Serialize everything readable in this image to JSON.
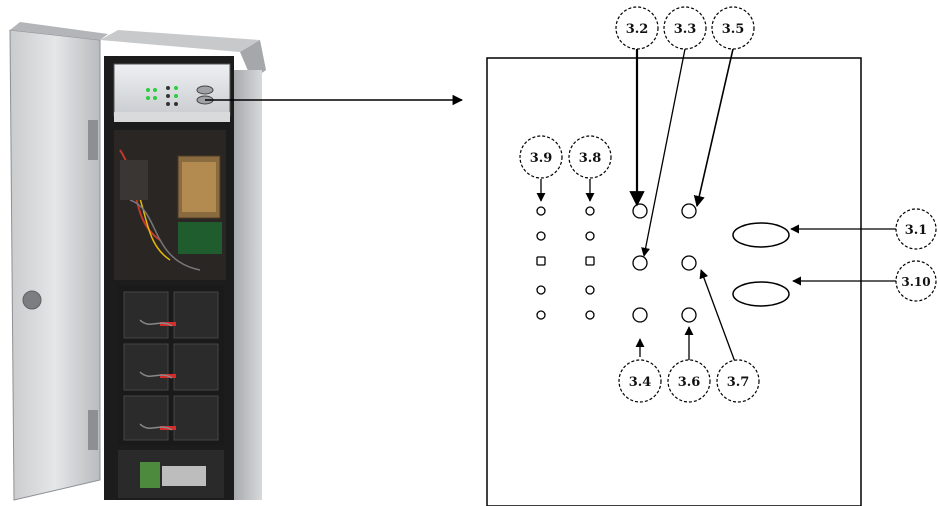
{
  "figure": {
    "photo": {
      "subject": "open UPS cabinet with control panel, transformer and battery bank"
    },
    "panel": {
      "callouts": [
        {
          "id": "c32",
          "label": "3.2"
        },
        {
          "id": "c33",
          "label": "3.3"
        },
        {
          "id": "c35",
          "label": "3.5"
        },
        {
          "id": "c39",
          "label": "3.9"
        },
        {
          "id": "c38",
          "label": "3.8"
        },
        {
          "id": "c31",
          "label": "3.1"
        },
        {
          "id": "c310",
          "label": "3.10"
        },
        {
          "id": "c34",
          "label": "3.4"
        },
        {
          "id": "c36",
          "label": "3.6"
        },
        {
          "id": "c37",
          "label": "3.7"
        }
      ]
    }
  }
}
